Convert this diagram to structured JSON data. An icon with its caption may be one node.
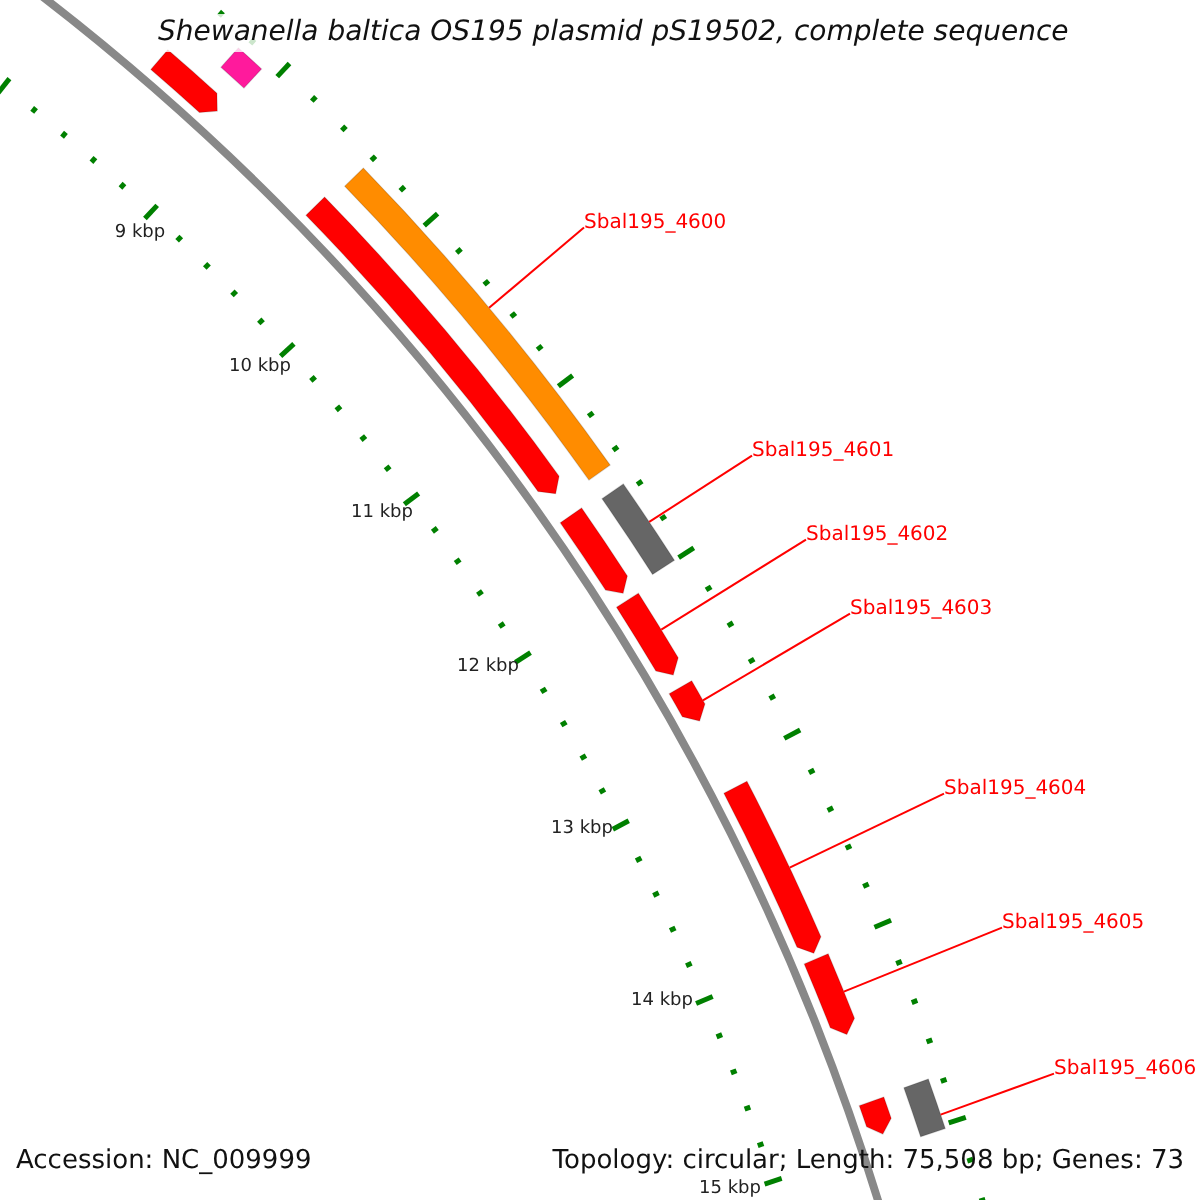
{
  "diagram": {
    "title": "Shewanella baltica OS195 plasmid pS19502, complete sequence",
    "nodes": [
      {
        "text": [
          "Sbal195_4600"
        ]
      },
      {
        "text": [
          "Sbal195_4601"
        ]
      },
      {
        "text": [
          "Sbal195_4602"
        ]
      },
      {
        "text": [
          "Sbal195_4603"
        ]
      },
      {
        "text": [
          "Sbal195_4604"
        ]
      },
      {
        "text": [
          "Sbal195_4605"
        ]
      },
      {
        "text": [
          "Sbal195_4606"
        ]
      },
      {
        "text": [],
        "shape": "bar"
      },
      {
        "text": [],
        "shape": "arrow"
      },
      {
        "text": [],
        "shape": "arrow"
      },
      {
        "text": [],
        "shape": "bar"
      },
      {
        "text": [],
        "shape": "bar"
      },
      {
        "text": [],
        "shape": "arrow"
      },
      {
        "text": [],
        "shape": "arrow"
      },
      {
        "text": [],
        "shape": "arrow"
      },
      {
        "text": [],
        "shape": "arrow"
      },
      {
        "text": [],
        "shape": "arrow"
      },
      {
        "text": [],
        "shape": "bar"
      },
      {
        "text": [],
        "shape": "arrow"
      }
    ],
    "edges": [
      {
        "from": 0,
        "to": 10,
        "arrow": "none"
      },
      {
        "from": 1,
        "to": 11,
        "arrow": "none"
      },
      {
        "from": 2,
        "to": 13,
        "arrow": "none"
      },
      {
        "from": 3,
        "to": 14,
        "arrow": "none"
      },
      {
        "from": 4,
        "to": 15,
        "arrow": "none"
      },
      {
        "from": 5,
        "to": 16,
        "arrow": "none"
      },
      {
        "from": 6,
        "to": 17,
        "arrow": "none"
      }
    ],
    "labels": [
      "9 kbp",
      "10 kbp",
      "11 kbp",
      "12 kbp",
      "13 kbp",
      "14 kbp",
      "15 kbp",
      "Accession: NC_009999",
      "Topology: circular; Length: 75,508 bp; Genes: 73"
    ]
  }
}
